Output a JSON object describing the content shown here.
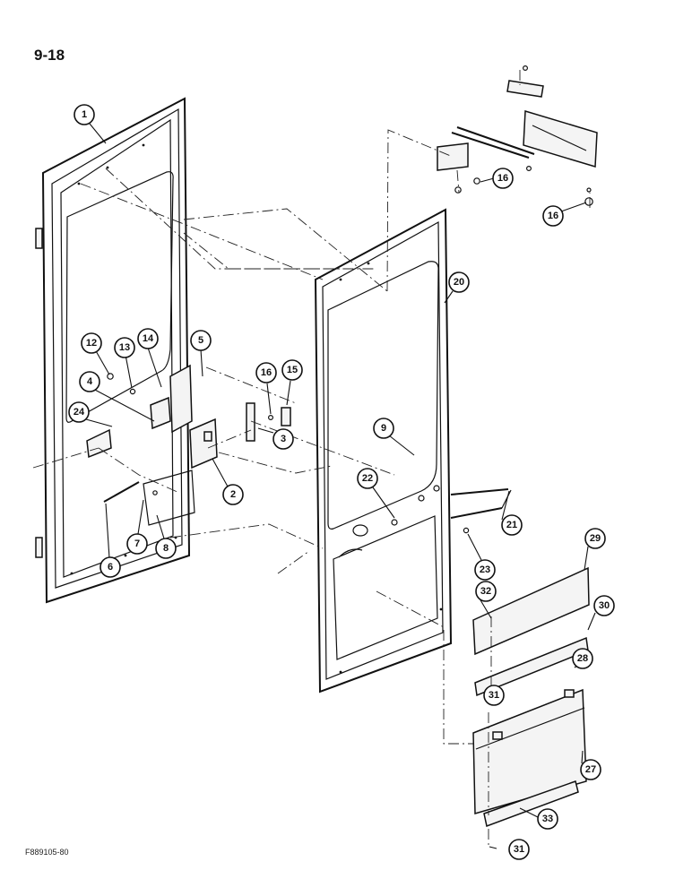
{
  "page_number": "9-18",
  "figure_code": "F889105-80",
  "callouts": [
    "1",
    "12",
    "13",
    "14",
    "5",
    "4",
    "24",
    "6",
    "7",
    "8",
    "2",
    "3",
    "16",
    "15",
    "16",
    "16",
    "20",
    "9",
    "22",
    "21",
    "23",
    "29",
    "32",
    "30",
    "28",
    "31",
    "27",
    "33",
    "31"
  ]
}
